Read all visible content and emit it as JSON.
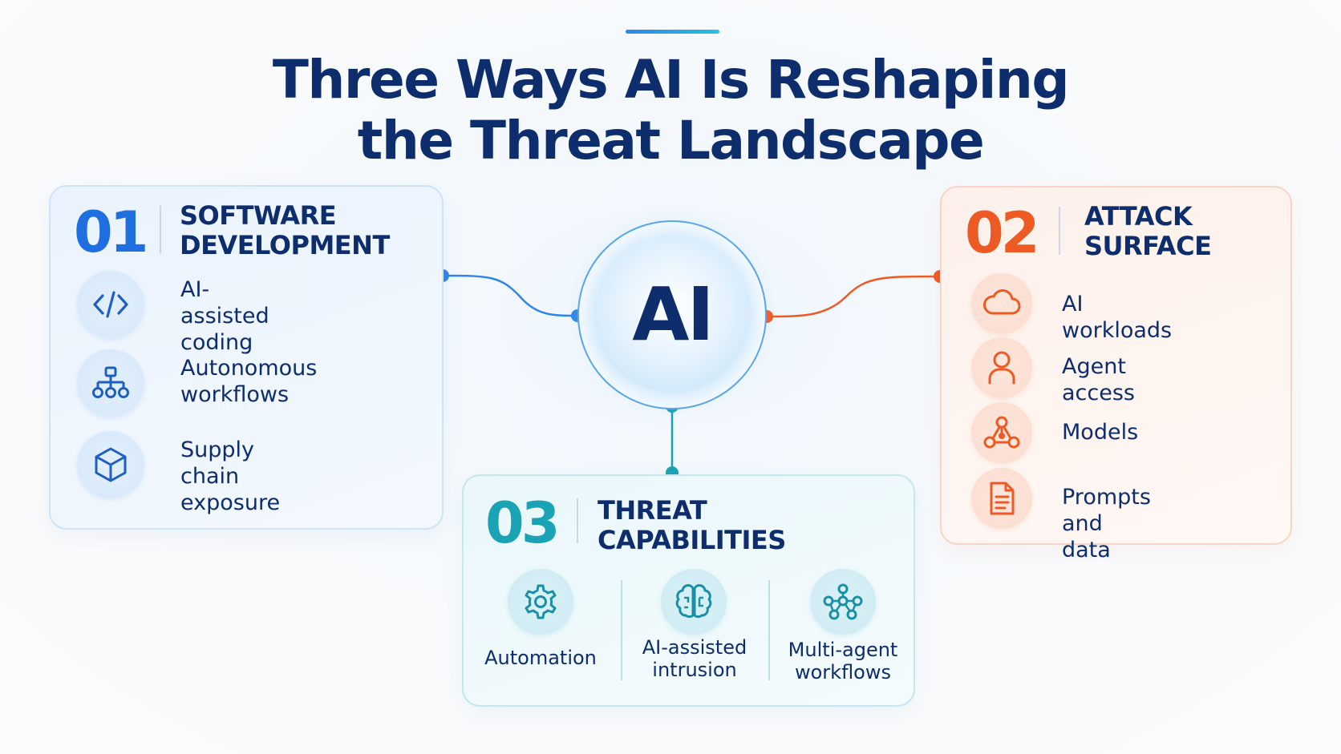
{
  "title": {
    "line1": "Three Ways AI Is Reshaping",
    "line2": "the Threat Landscape"
  },
  "center": {
    "label": "AI"
  },
  "colors": {
    "navy": "#0d2d6c",
    "blue": "#1f6fe0",
    "orange": "#ee5a24",
    "teal": "#1aa3b4"
  },
  "cards": {
    "software": {
      "number": "01",
      "heading_line1": "SOFTWARE",
      "heading_line2": "DEVELOPMENT",
      "items": [
        {
          "icon": "code-icon",
          "line1": "AI-assisted",
          "line2": "coding"
        },
        {
          "icon": "hierarchy-icon",
          "line1": "Autonomous",
          "line2": "workflows"
        },
        {
          "icon": "cube-icon",
          "line1": "Supply chain",
          "line2": "exposure"
        }
      ]
    },
    "attack": {
      "number": "02",
      "heading_line1": "ATTACK",
      "heading_line2": "SURFACE",
      "items": [
        {
          "icon": "cloud-icon",
          "label": "AI workloads"
        },
        {
          "icon": "user-icon",
          "label": "Agent access"
        },
        {
          "icon": "model-graph-icon",
          "label": "Models"
        },
        {
          "icon": "document-icon",
          "label": "Prompts and data"
        }
      ]
    },
    "threat": {
      "number": "03",
      "heading_line1": "THREAT",
      "heading_line2": "CAPABILITIES",
      "items": [
        {
          "icon": "gear-icon",
          "line1": "Automation",
          "line2": ""
        },
        {
          "icon": "brain-icon",
          "line1": "AI-assisted",
          "line2": "intrusion"
        },
        {
          "icon": "network-icon",
          "line1": "Multi-agent",
          "line2": "workflows"
        }
      ]
    }
  }
}
